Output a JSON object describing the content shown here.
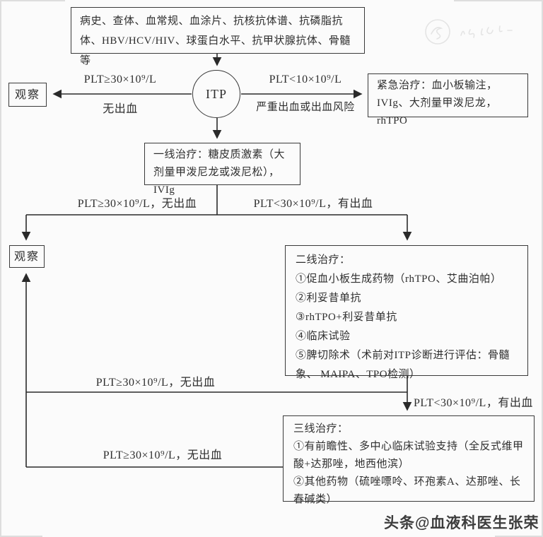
{
  "colors": {
    "line": "#2a2a2a",
    "text": "#2e2e2e",
    "background": "#fbfbfb"
  },
  "workup_box": {
    "text": "病史、查体、血常规、血涂片、抗核抗体谱、抗磷脂抗体、HBV/HCV/HIV、球蛋白水平、抗甲状腺抗体、骨髓等"
  },
  "itp_node": {
    "label": "ITP"
  },
  "observe_top": {
    "label": "观察"
  },
  "observe_mid": {
    "label": "观察"
  },
  "branches": {
    "to_observe_line1": "PLT≥30×10⁹/L",
    "to_observe_line2": "无出血",
    "to_emergency_line1": "PLT<10×10⁹/L",
    "to_emergency_line2": "严重出血或出血风险",
    "first_no_bleed": "PLT≥30×10⁹/L，无出血",
    "first_bleed": "PLT<30×10⁹/L，有出血",
    "second_no_bleed": "PLT≥30×10⁹/L，无出血",
    "second_bleed": "PLT<30×10⁹/L，有出血",
    "third_no_bleed": "PLT≥30×10⁹/L，无出血"
  },
  "emergency_box": {
    "text": "紧急治疗：血小板输注，IVIg、大剂量甲泼尼龙，rhTPO"
  },
  "firstline_box": {
    "text": "一线治疗：糖皮质激素（大剂量甲泼尼龙或泼尼松），IVIg"
  },
  "secondline_box": {
    "title": "二线治疗：",
    "items": [
      "①促血小板生成药物（rhTPO、艾曲泊帕）",
      "②利妥昔单抗",
      "③rhTPO+利妥昔单抗",
      "④临床试验",
      "⑤脾切除术（术前对ITP诊断进行评估：骨髓象、 MAIPA、TPO检测）"
    ]
  },
  "thirdline_box": {
    "title": "三线治疗：",
    "items": [
      "①有前瞻性、多中心临床试验支持（全反式维甲酸+达那唑，地西他滨）",
      "②其他药物（硫唑嘌呤、环孢素A、达那唑、长春碱类）"
    ]
  },
  "footer": {
    "credit": "头条@血液科医生张荣"
  }
}
